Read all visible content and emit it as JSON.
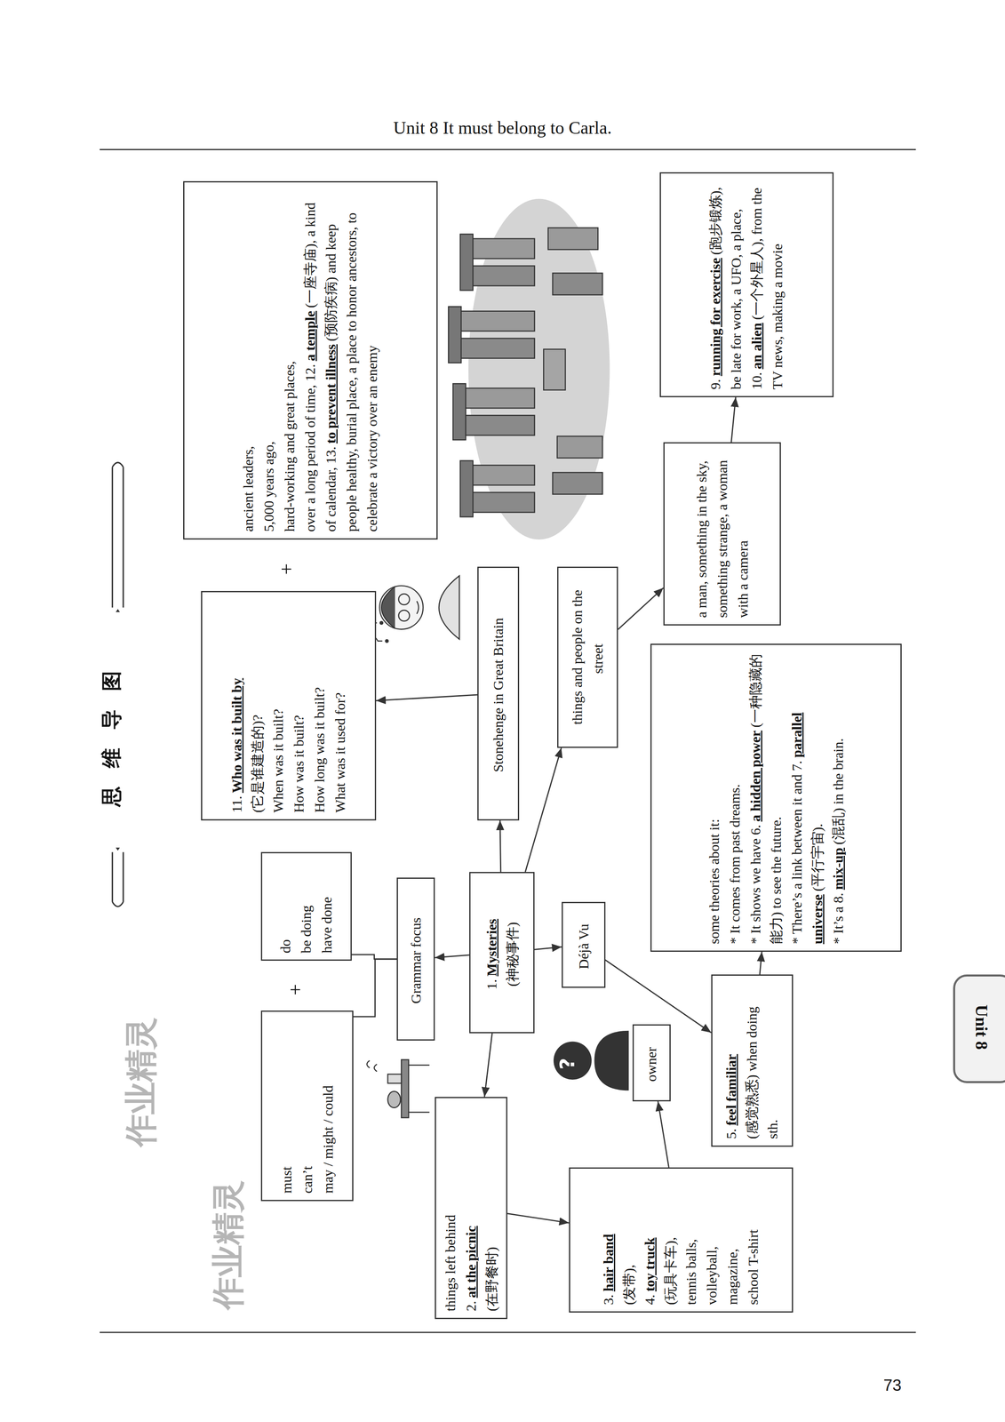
{
  "diagram": {
    "title": "思维导图",
    "nodes": [
      {
        "text": [
          "1.",
          "Mysteries",
          "(神秘事件)"
        ]
      },
      {
        "text": [
          "Grammar focus"
        ]
      },
      {
        "text": [
          "must",
          "can’t",
          "may / might / could"
        ]
      },
      {
        "text": [
          "do",
          "be doing",
          "have done"
        ]
      },
      {
        "text": [
          "Déjà Vu"
        ]
      },
      {
        "text": [
          "Stonehenge in Great Britain"
        ]
      },
      {
        "text": [
          "things and people on the street"
        ]
      },
      {
        "text": [
          "11.",
          "Who was it built by",
          "(它是谁建造的)?",
          "When was it built?",
          "How was it built?",
          "How long was it built?",
          "What was it used for?"
        ]
      },
      {
        "text": [
          "ancient leaders,",
          "5,000 years ago,",
          "hard-working and great places,",
          "over a long period of time, 12.",
          "a temple",
          "(一座寺庙), a kind of calendar, 13.",
          "to prevent illness",
          "(预防疾病) and keep people healthy, burial place, a place to honor ancestors, to celebrate a victory over an enemy"
        ]
      },
      {
        "text": [
          "things left behind",
          "2.",
          "at the picnic",
          "(在野餐时)"
        ]
      },
      {
        "text": [
          "3.",
          "hair band",
          "(发带),",
          "4.",
          "toy truck",
          "(玩具卡车),",
          "tennis balls,",
          "volleyball,",
          "magazine,",
          "school T-shirt"
        ]
      },
      {
        "text": [
          "owner"
        ]
      },
      {
        "text": [
          "5.",
          "feel familiar",
          "(感觉熟悉) when doing sth."
        ]
      },
      {
        "text": [
          "some theories about it:",
          "* It comes from past dreams.",
          "* It shows we have 6.",
          "a hidden power",
          "(一种隐藏的能力) to see the future.",
          "* There’s a link between it and 7.",
          "parallel universe",
          "(平行宇宙).",
          "* It’s a 8.",
          "mix-up",
          "(混乱) in the brain."
        ]
      },
      {
        "text": [
          "a man, something in the sky, something strange, a woman with a camera"
        ]
      },
      {
        "text": [
          "9.",
          "running for exercise",
          "(跑步锻炼), be late for work, a UFO, a place, 10.",
          "an alien",
          "(一个外星人), from the TV news, making a movie"
        ]
      }
    ],
    "edges": [
      {
        "from": 0,
        "to": 1,
        "arrow": "to"
      },
      {
        "from": 0,
        "to": 4,
        "arrow": "to"
      },
      {
        "from": 0,
        "to": 5,
        "arrow": "to"
      },
      {
        "from": 0,
        "to": 6,
        "arrow": "to"
      },
      {
        "from": 0,
        "to": 9,
        "arrow": "to"
      },
      {
        "from": 2,
        "to": 1,
        "arrow": "none"
      },
      {
        "from": 3,
        "to": 1,
        "arrow": "none"
      },
      {
        "from": 9,
        "to": 10,
        "arrow": "to"
      },
      {
        "from": 10,
        "to": 11,
        "arrow": "to"
      },
      {
        "from": 5,
        "to": 7,
        "arrow": "to"
      },
      {
        "from": 4,
        "to": 12,
        "arrow": "to"
      },
      {
        "from": 12,
        "to": 13,
        "arrow": "to"
      },
      {
        "from": 6,
        "to": 14,
        "arrow": "to"
      },
      {
        "from": 14,
        "to": 15,
        "arrow": "to"
      }
    ],
    "labels": [
      "Unit 8  It must belong to Carla.",
      "+",
      "+",
      "Unit 8",
      "73",
      "作业精灵",
      "作业精灵",
      "?"
    ]
  }
}
